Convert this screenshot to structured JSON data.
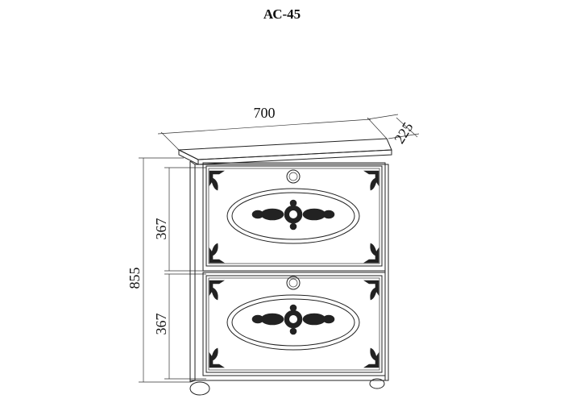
{
  "drawing": {
    "title": "АС-45",
    "dimensions": {
      "width": "700",
      "depth": "225",
      "height": "855",
      "door_upper": "367",
      "door_lower": "367"
    }
  }
}
